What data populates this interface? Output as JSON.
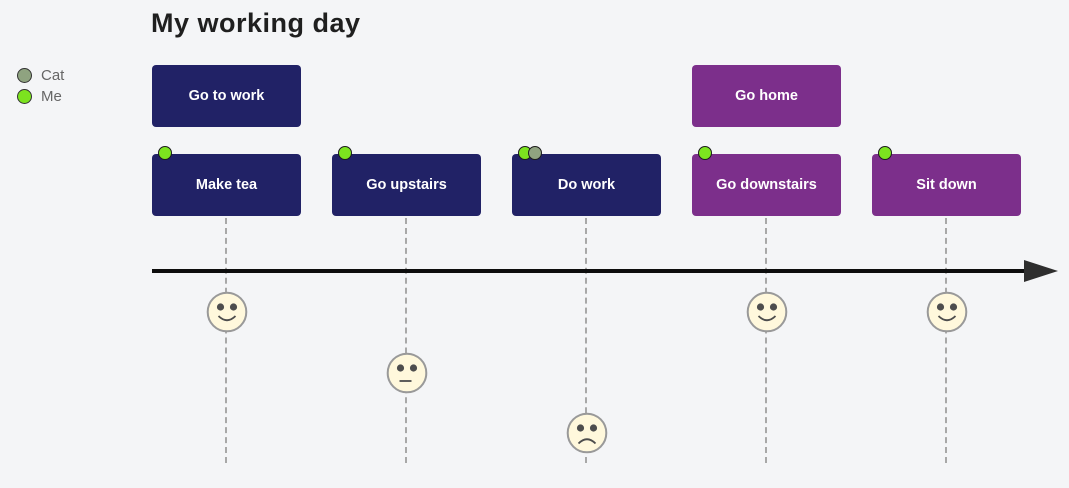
{
  "title": "My working day",
  "diagram": "user-journey timeline",
  "legend": {
    "items": [
      {
        "label": "Cat",
        "color": "#8fa380"
      },
      {
        "label": "Me",
        "color": "#7ce31f"
      }
    ]
  },
  "sections": [
    {
      "label": "Go to work",
      "color": "#212266"
    },
    {
      "label": "Go home",
      "color": "#7c2f8b"
    }
  ],
  "tasks": [
    {
      "label": "Make tea",
      "section": "Go to work",
      "actors": [
        "Me"
      ],
      "score": 5,
      "mood": "happy"
    },
    {
      "label": "Go upstairs",
      "section": "Go to work",
      "actors": [
        "Me"
      ],
      "score": 3,
      "mood": "neutral"
    },
    {
      "label": "Do work",
      "section": "Go to work",
      "actors": [
        "Me",
        "Cat"
      ],
      "score": 1,
      "mood": "sad"
    },
    {
      "label": "Go downstairs",
      "section": "Go home",
      "actors": [
        "Me"
      ],
      "score": 5,
      "mood": "happy"
    },
    {
      "label": "Sit down",
      "section": "Go home",
      "actors": [
        "Me"
      ],
      "score": 5,
      "mood": "happy"
    }
  ],
  "colors": {
    "background": "#f4f5f7",
    "section_navy": "#212266",
    "section_purple": "#7c2f8b",
    "actor_me": "#7ce31f",
    "actor_cat": "#8fa380",
    "face_fill": "#fff8dc",
    "face_stroke": "#999999",
    "guide_line": "#a8a8a8",
    "timeline": "#0d0d0d",
    "box_text": "#ffffff",
    "legend_text": "#666666"
  }
}
